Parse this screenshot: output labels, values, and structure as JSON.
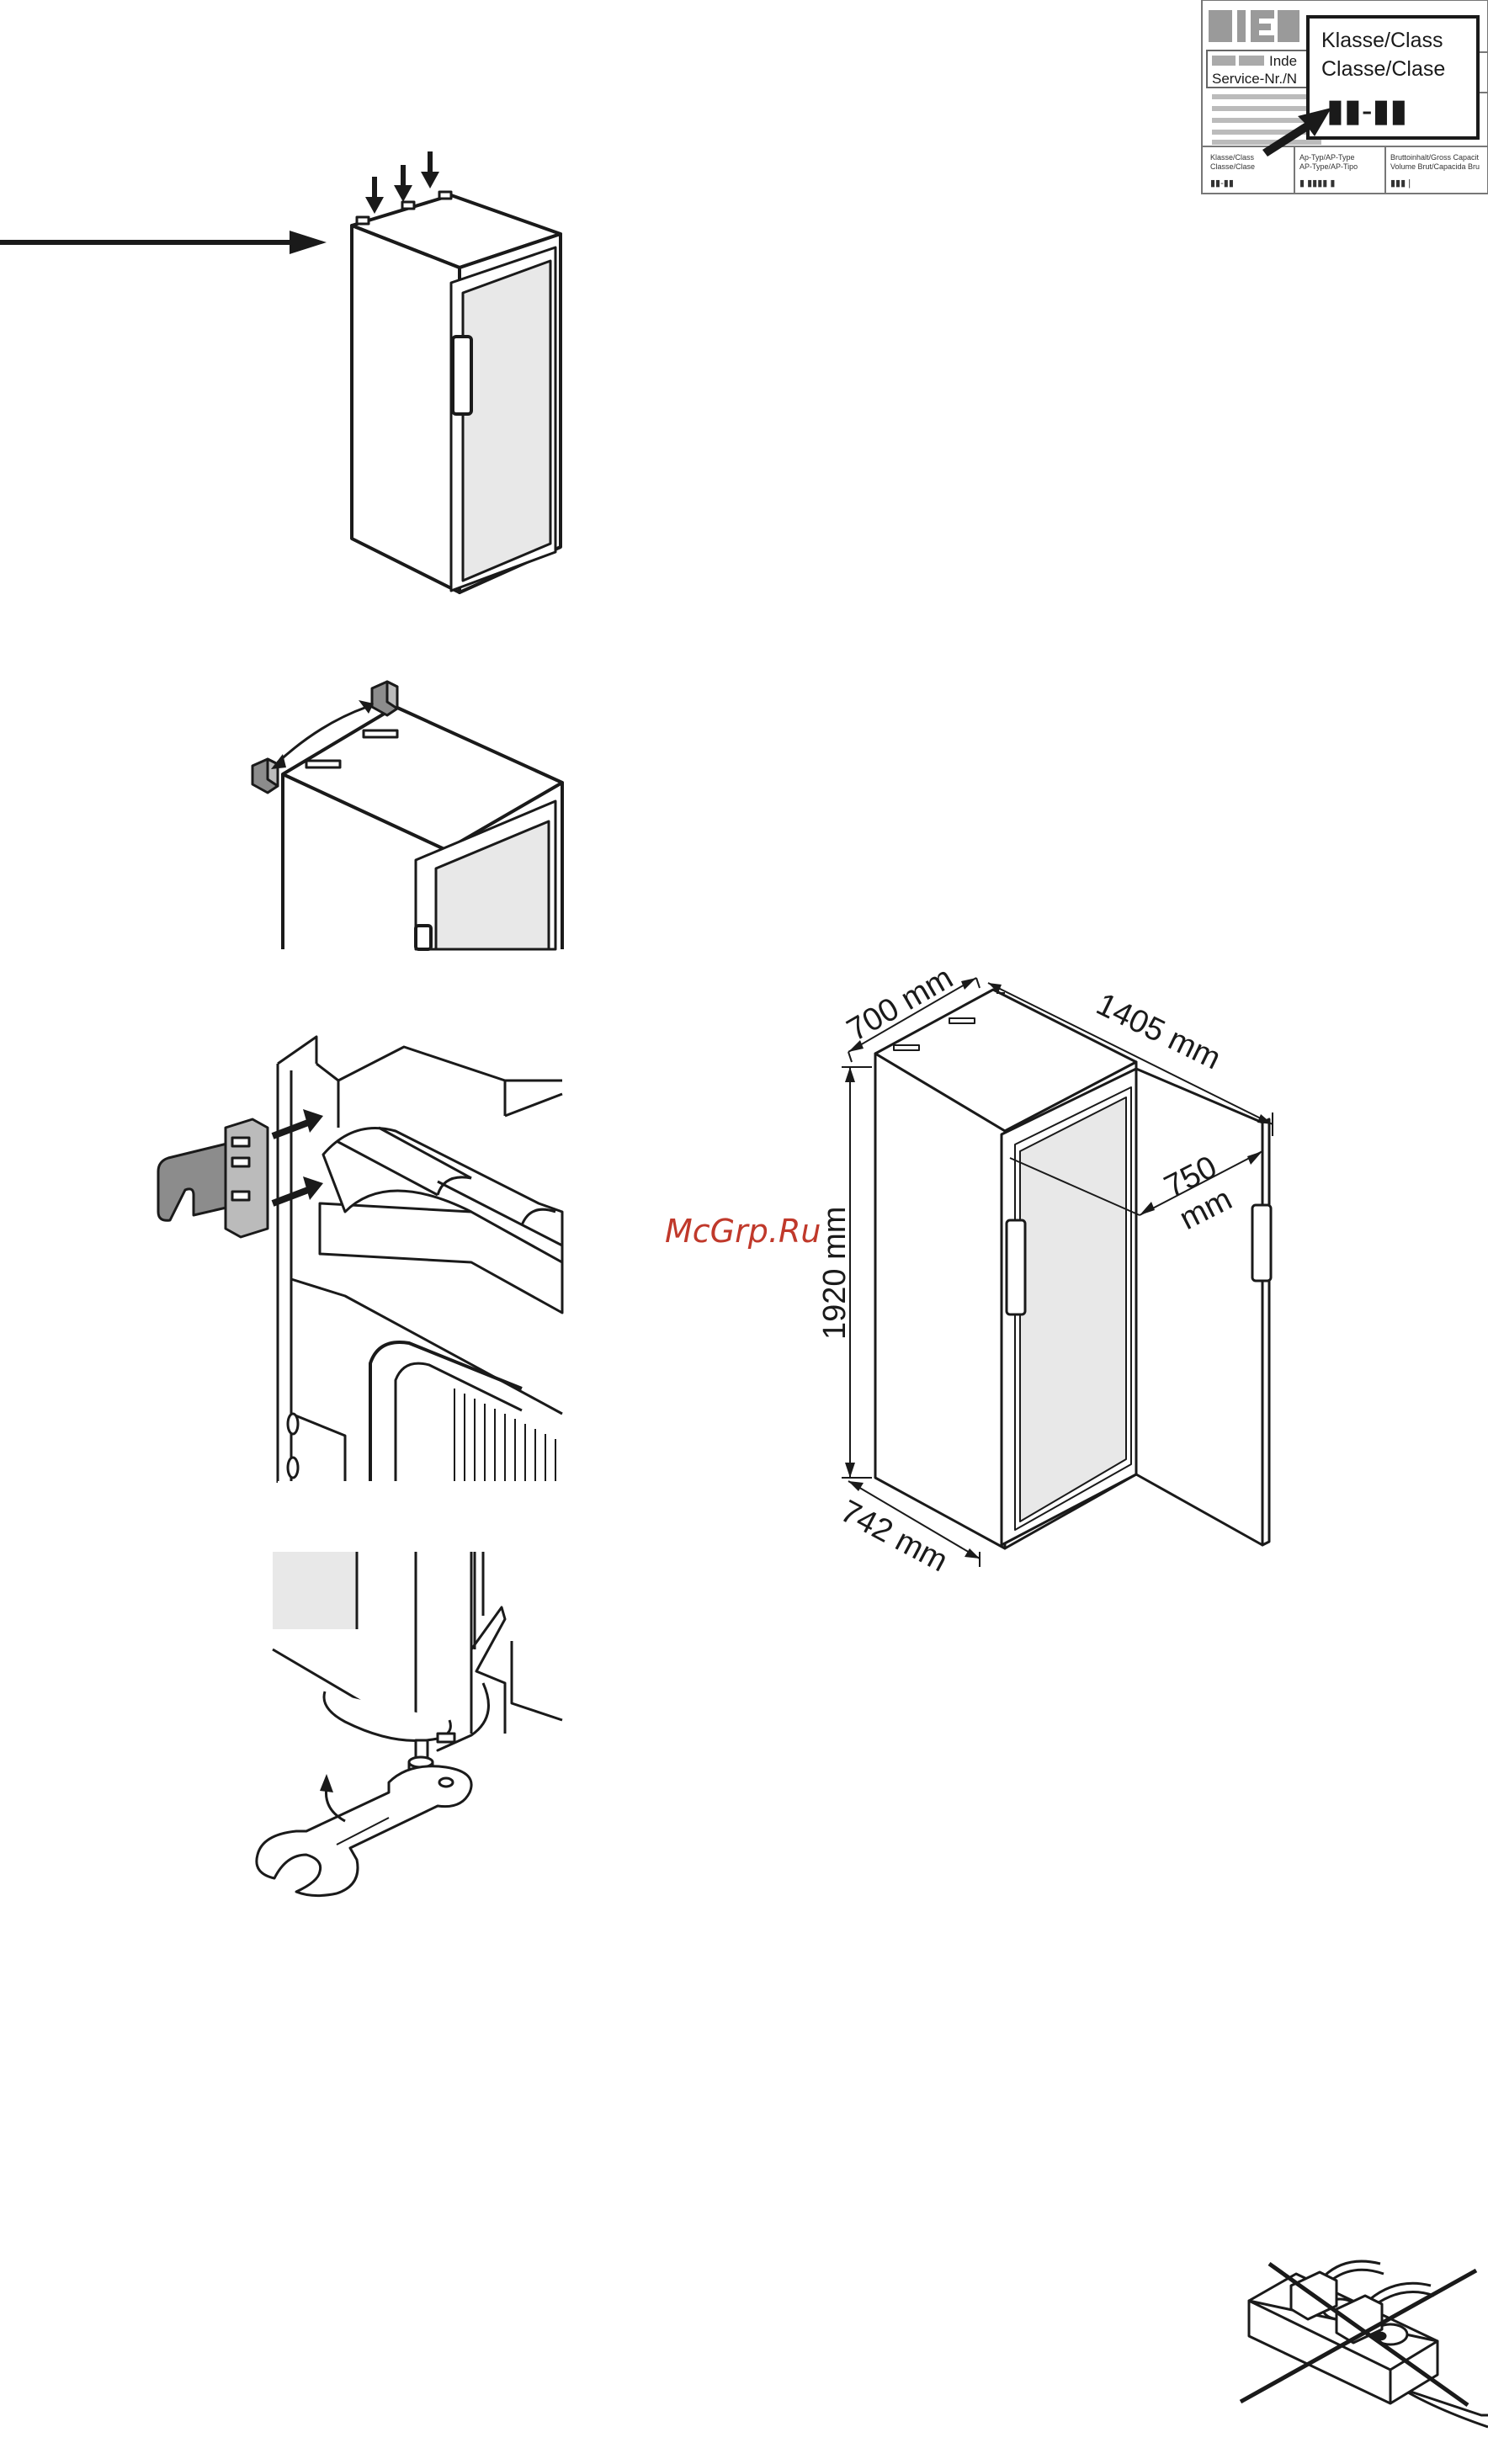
{
  "rating_plate": {
    "brand_fragment": "LIE",
    "index_fragment": "Inde",
    "service_fragment": "Service-Nr./N",
    "class_label_line1": "Klasse/Class",
    "class_label_line2": "Classe/Clase",
    "class_value": "▮▮-▮▮",
    "small_col1_line1": "Klasse/Class",
    "small_col1_line2": "Classe/Clase",
    "small_col1_value": "▮▮-▮▮",
    "small_col2_line1": "Ap-Typ/AP-Type",
    "small_col2_line2": "AP-Type/AP-Tipo",
    "small_col2_value": "▮ ▮▮▮▮ ▮",
    "small_col3_line1": "Bruttoinhalt/Gross Capacit",
    "small_col3_line2": "Volume Brut/Capacida Bru",
    "small_col3_value": "▮▮▮ |"
  },
  "dimensions": {
    "depth_top": "700 mm",
    "door_swing": "1405 mm",
    "door_depth_value": "750",
    "door_depth_unit": "mm",
    "height": "1920 mm",
    "width_bottom": "742 mm"
  },
  "watermark": "McGrp.Ru",
  "colors": {
    "line": "#1a1a1a",
    "glass": "#e8e8e8",
    "grey_part": "#8c8c8c",
    "watermark": "#c0392b"
  }
}
